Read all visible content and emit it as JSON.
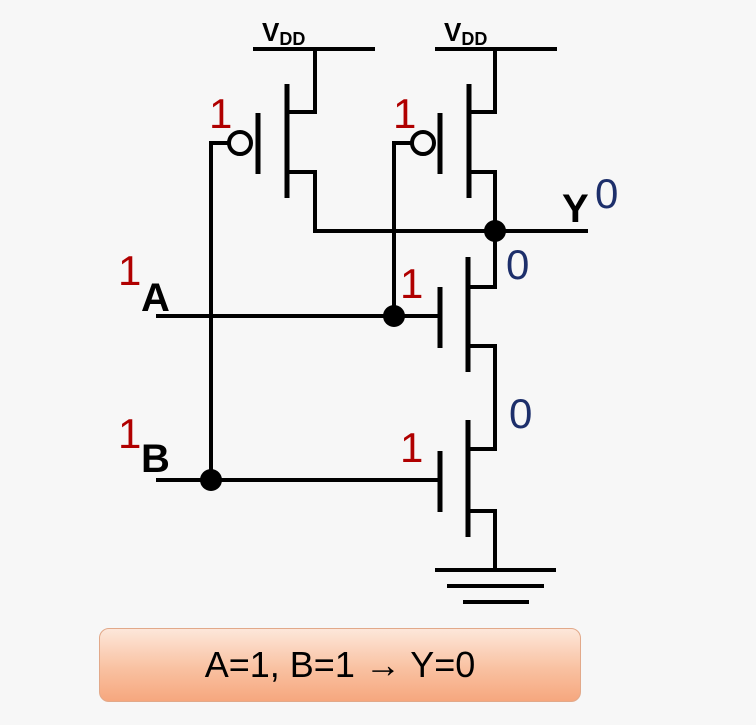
{
  "supply": {
    "label": "V",
    "sub": "DD"
  },
  "inputs": [
    {
      "name": "A",
      "value": "1"
    },
    {
      "name": "B",
      "value": "1"
    }
  ],
  "output": {
    "name": "Y",
    "value": "0"
  },
  "transistor_states": {
    "pmos_left": "1",
    "pmos_right": "1",
    "nmos_top": "1",
    "nmos_bottom": "1"
  },
  "node_values": {
    "output_node": "0",
    "middle_node": "0"
  },
  "colors": {
    "wire": "#000000",
    "input_value": "#b00000",
    "node_value": "#1d2f6b"
  },
  "caption": "A=1, B=1 → Y=0"
}
